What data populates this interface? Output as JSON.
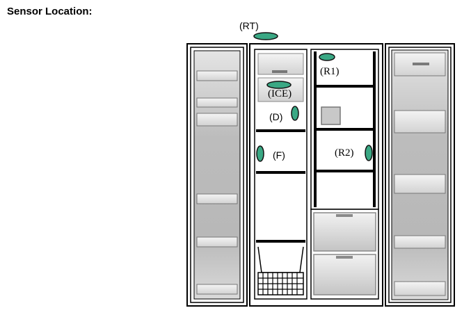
{
  "heading": "Sensor Location:",
  "colors": {
    "sensor": "#3aa884",
    "sensor_outline": "#111111",
    "frame": "#000000",
    "door_panel": "#bdbdbd",
    "shelf": "#ebebeb"
  },
  "sensors": {
    "rt": "(RT)",
    "ice": "(ICE)",
    "d": "(D)",
    "f": "(F)",
    "r1": "(R1)",
    "r2": "(R2)"
  }
}
